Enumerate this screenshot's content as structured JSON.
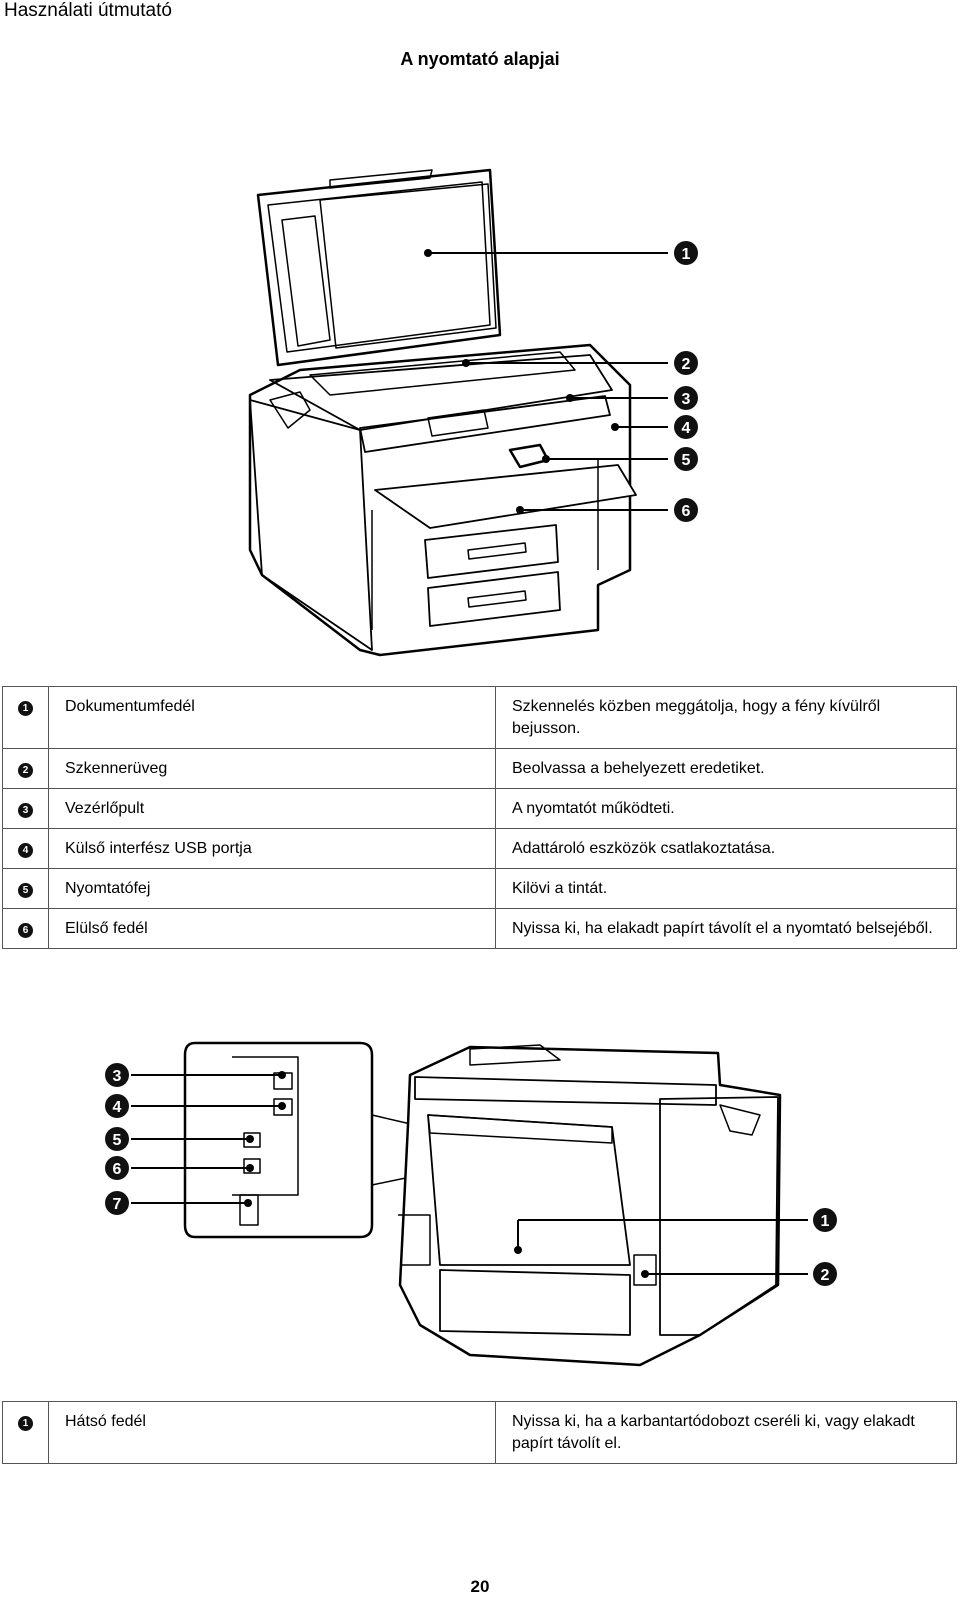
{
  "header": {
    "title": "Használati útmutató"
  },
  "section": {
    "title": "A nyomtató alapjai"
  },
  "front_view": {
    "callouts": [
      "1",
      "2",
      "3",
      "4",
      "5",
      "6"
    ]
  },
  "front_table": {
    "rows": [
      {
        "num": "1",
        "name": "Dokumentumfedél",
        "desc": "Szkennelés közben meggátolja, hogy a fény kívülről bejusson."
      },
      {
        "num": "2",
        "name": "Szkennerüveg",
        "desc": "Beolvassa a behelyezett eredetiket."
      },
      {
        "num": "3",
        "name": "Vezérlőpult",
        "desc": "A nyomtatót működteti."
      },
      {
        "num": "4",
        "name": "Külső interfész USB portja",
        "desc": "Adattároló eszközök csatlakoztatása."
      },
      {
        "num": "5",
        "name": "Nyomtatófej",
        "desc": "Kilövi a tintát."
      },
      {
        "num": "6",
        "name": "Elülső fedél",
        "desc": "Nyissa ki, ha elakadt papírt távolít el a nyomtató belsejéből."
      }
    ]
  },
  "back_view": {
    "left_callouts": [
      "3",
      "4",
      "5",
      "6",
      "7"
    ],
    "right_callouts": [
      "1",
      "2"
    ]
  },
  "back_table": {
    "rows": [
      {
        "num": "1",
        "name": "Hátsó fedél",
        "desc": "Nyissa ki, ha a karbantartódobozt cseréli ki, vagy elakadt papírt távolít el."
      }
    ]
  },
  "footer": {
    "page_number": "20"
  }
}
